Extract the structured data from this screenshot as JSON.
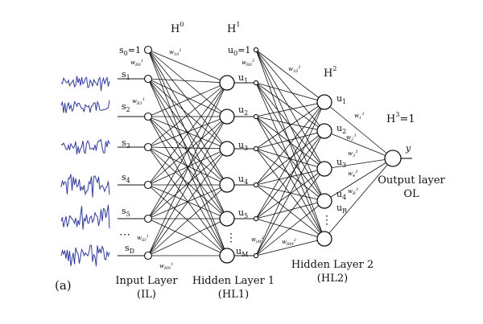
{
  "figure_label": "(a)",
  "layers": {
    "input": {
      "top_label": "H",
      "top_label_sup": "0",
      "caption_line1": "Input Layer",
      "caption_line2": "(IL)",
      "bias_label": "s",
      "bias_sub": "0",
      "bias_value": "=1",
      "nodes": [
        {
          "main": "s",
          "sub": "1"
        },
        {
          "main": "s",
          "sub": "2"
        },
        {
          "main": "s",
          "sub": "3"
        },
        {
          "main": "s",
          "sub": "4"
        },
        {
          "main": "s",
          "sub": "5"
        },
        {
          "main": "s",
          "sub": "D"
        }
      ],
      "ellipsis": "⋯",
      "weights": [
        {
          "text": "w",
          "sub": "10",
          "sup": "1"
        },
        {
          "text": "w",
          "sub": "R0",
          "sup": "1"
        },
        {
          "text": "w",
          "sub": "R1",
          "sup": "1"
        },
        {
          "text": "w",
          "sub": "iD",
          "sup": "1"
        },
        {
          "text": "w",
          "sub": "RN",
          "sup": "1"
        }
      ]
    },
    "hidden1": {
      "top_label": "H",
      "top_label_sup": "1",
      "caption_line1": "Hidden Layer 1",
      "caption_line2": "(HL1)",
      "bias_label": "u",
      "bias_sub": "0",
      "bias_value": "=1",
      "nodes": [
        {
          "main": "u",
          "sub": "1"
        },
        {
          "main": "u",
          "sub": "2"
        },
        {
          "main": "u",
          "sub": "3"
        },
        {
          "main": "u",
          "sub": "4"
        },
        {
          "main": "u",
          "sub": "5"
        },
        {
          "main": "u",
          "sub": "M"
        }
      ],
      "ellipsis": "⋮",
      "weights": [
        {
          "text": "w",
          "sub": "R0",
          "sup": "2"
        },
        {
          "text": "w",
          "sub": "10",
          "sup": "2"
        },
        {
          "text": "w",
          "sub": "RM",
          "sup": "2"
        },
        {
          "text": "w",
          "sub": "iM",
          "sup": "2"
        }
      ]
    },
    "hidden2": {
      "top_label": "H",
      "top_label_sup": "2",
      "caption_line1": "Hidden Layer 2",
      "caption_line2": "(HL2)",
      "nodes": [
        {
          "main": "u",
          "sub": "1"
        },
        {
          "main": "u",
          "sub": "2"
        },
        {
          "main": "u",
          "sub": "3"
        },
        {
          "main": "u",
          "sub": "4"
        },
        {
          "main": "u",
          "sub": "R"
        }
      ],
      "ellipsis": "⋮",
      "weights": [
        {
          "text": "w",
          "sub": "1",
          "sup": "3"
        },
        {
          "text": "w",
          "sub": "2",
          "sup": "3"
        },
        {
          "text": "w",
          "sub": "3",
          "sup": "3"
        },
        {
          "text": "w",
          "sub": "4",
          "sup": "3"
        },
        {
          "text": "w",
          "sub": "R",
          "sup": "3"
        }
      ]
    },
    "output": {
      "top_label": "H",
      "top_label_sup": "3",
      "top_label_value": "=1",
      "caption_line1": "Output layer",
      "caption_line2": "OL",
      "node_label": "y"
    }
  },
  "colors": {
    "signal": "#2f3a9c",
    "ink": "#111111",
    "background": "#ffffff"
  }
}
